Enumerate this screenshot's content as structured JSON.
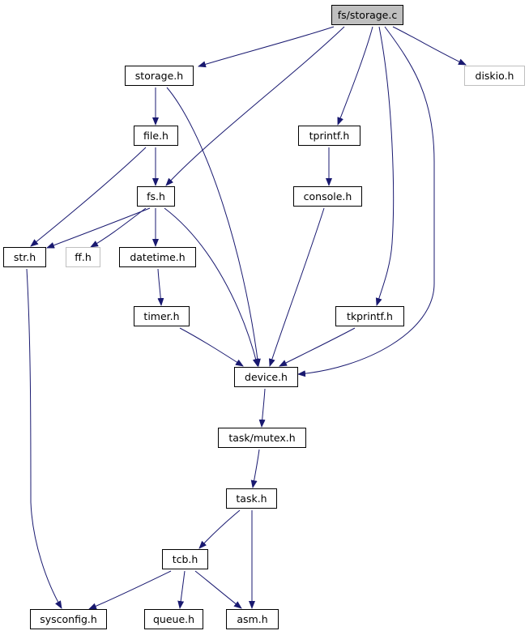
{
  "diagram": {
    "colors": {
      "edge": "#191970",
      "node_border": "#000000",
      "node_border_external": "#bfbfbf",
      "root_fill": "#bfbfbf",
      "node_fill": "#ffffff"
    },
    "nodes": [
      {
        "id": "fs-storage-c",
        "label": "fs/storage.c",
        "root": true
      },
      {
        "id": "storage-h",
        "label": "storage.h"
      },
      {
        "id": "diskio-h",
        "label": "diskio.h",
        "external": true
      },
      {
        "id": "file-h",
        "label": "file.h"
      },
      {
        "id": "tprintf-h",
        "label": "tprintf.h"
      },
      {
        "id": "fs-h",
        "label": "fs.h"
      },
      {
        "id": "console-h",
        "label": "console.h"
      },
      {
        "id": "str-h",
        "label": "str.h"
      },
      {
        "id": "ff-h",
        "label": "ff.h",
        "external": true
      },
      {
        "id": "datetime-h",
        "label": "datetime.h"
      },
      {
        "id": "timer-h",
        "label": "timer.h"
      },
      {
        "id": "tkprintf-h",
        "label": "tkprintf.h"
      },
      {
        "id": "device-h",
        "label": "device.h"
      },
      {
        "id": "task-mutex-h",
        "label": "task/mutex.h"
      },
      {
        "id": "task-h",
        "label": "task.h"
      },
      {
        "id": "tcb-h",
        "label": "tcb.h"
      },
      {
        "id": "sysconfig-h",
        "label": "sysconfig.h"
      },
      {
        "id": "queue-h",
        "label": "queue.h"
      },
      {
        "id": "asm-h",
        "label": "asm.h"
      }
    ],
    "edges": [
      {
        "from": "fs-storage-c",
        "to": "storage-h"
      },
      {
        "from": "fs-storage-c",
        "to": "fs-h"
      },
      {
        "from": "fs-storage-c",
        "to": "tprintf-h"
      },
      {
        "from": "fs-storage-c",
        "to": "tkprintf-h"
      },
      {
        "from": "fs-storage-c",
        "to": "device-h"
      },
      {
        "from": "fs-storage-c",
        "to": "diskio-h"
      },
      {
        "from": "storage-h",
        "to": "file-h"
      },
      {
        "from": "storage-h",
        "to": "device-h"
      },
      {
        "from": "file-h",
        "to": "fs-h"
      },
      {
        "from": "file-h",
        "to": "str-h"
      },
      {
        "from": "fs-h",
        "to": "str-h"
      },
      {
        "from": "fs-h",
        "to": "ff-h"
      },
      {
        "from": "fs-h",
        "to": "datetime-h"
      },
      {
        "from": "fs-h",
        "to": "device-h"
      },
      {
        "from": "tprintf-h",
        "to": "console-h"
      },
      {
        "from": "console-h",
        "to": "device-h"
      },
      {
        "from": "datetime-h",
        "to": "timer-h"
      },
      {
        "from": "timer-h",
        "to": "device-h"
      },
      {
        "from": "tkprintf-h",
        "to": "device-h"
      },
      {
        "from": "str-h",
        "to": "sysconfig-h"
      },
      {
        "from": "device-h",
        "to": "task-mutex-h"
      },
      {
        "from": "task-mutex-h",
        "to": "task-h"
      },
      {
        "from": "task-h",
        "to": "tcb-h"
      },
      {
        "from": "task-h",
        "to": "asm-h"
      },
      {
        "from": "tcb-h",
        "to": "sysconfig-h"
      },
      {
        "from": "tcb-h",
        "to": "queue-h"
      },
      {
        "from": "tcb-h",
        "to": "asm-h"
      }
    ]
  }
}
